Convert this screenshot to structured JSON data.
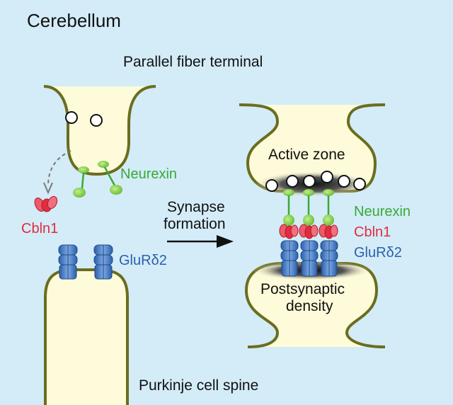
{
  "title": "Cerebellum",
  "labels": {
    "presynaptic": "Parallel fiber terminal",
    "postsynaptic": "Purkinje cell spine",
    "synapse_formation_line1": "Synapse",
    "synapse_formation_line2": "formation",
    "active_zone": "Active zone",
    "psd_line1": "Postsynaptic",
    "psd_line2": "density",
    "neurexin_left": "Neurexin",
    "cbln1_left": "Cbln1",
    "glurd2_left": "GluRδ2",
    "neurexin_right": "Neurexin",
    "cbln1_right": "Cbln1",
    "glurd2_right": "GluRδ2"
  },
  "colors": {
    "background": "#d3ecf8",
    "membrane": "#6b6d1e",
    "cytoplasm": "#fdfbd9",
    "neurexin": "#3aa935",
    "cbln1": "#e02d3f",
    "glurd2": "#2b5fad",
    "text": "#111111"
  }
}
